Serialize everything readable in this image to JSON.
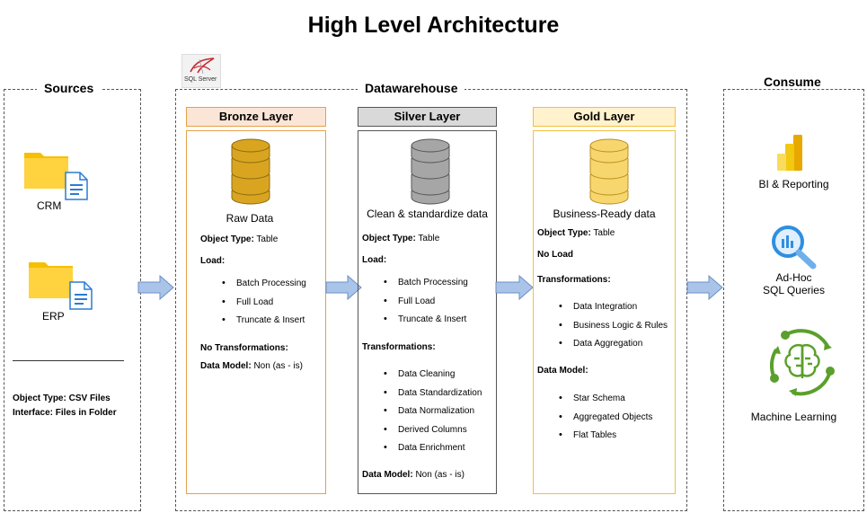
{
  "title": "High Level Architecture",
  "sources": {
    "title": "Sources",
    "items": [
      {
        "label": "CRM",
        "icon": "folder-document-icon"
      },
      {
        "label": "ERP",
        "icon": "folder-document-icon"
      }
    ],
    "object_type_label": "Object Type:",
    "object_type_value": " CSV Files",
    "interface_label": "Interface:",
    "interface_value": " Files in Folder"
  },
  "datawarehouse": {
    "title": "Datawarehouse",
    "sqlserver_label": "SQL Server",
    "bronze": {
      "header": "Bronze Layer",
      "color": "#fbe5d6",
      "border": "#e6a04a",
      "db_color": "#c8901a",
      "subtitle": "Raw Data",
      "object_type_label": "Object Type:",
      "object_type_value": " Table",
      "load_label": "Load:",
      "load_items": [
        "Batch Processing",
        "Full Load",
        "Truncate & Insert"
      ],
      "transformations_label": "No Transformations:",
      "data_model_label": "Data Model:",
      "data_model_value": " Non (as - is)"
    },
    "silver": {
      "header": "Silver Layer",
      "color": "#d9d9d9",
      "border": "#555555",
      "db_color": "#9a9a9a",
      "subtitle": "Clean & standardize data",
      "object_type_label": "Object Type:",
      "object_type_value": " Table",
      "load_label": "Load:",
      "load_items": [
        "Batch Processing",
        "Full Load",
        "Truncate & Insert"
      ],
      "transformations_label": "Transformations:",
      "transformation_items": [
        "Data Cleaning",
        "Data Standardization",
        "Data Normalization",
        "Derived Columns",
        "Data Enrichment"
      ],
      "data_model_label": "Data Model:",
      "data_model_value": " Non (as - is)"
    },
    "gold": {
      "header": "Gold Layer",
      "color": "#fff2cc",
      "border": "#f0c040",
      "db_color": "#f5d06a",
      "subtitle": "Business-Ready data",
      "object_type_label": "Object Type:",
      "object_type_value": " Table",
      "load_label": "No Load",
      "transformations_label": "Transformations:",
      "transformation_items": [
        "Data Integration",
        "Business Logic & Rules",
        "Data Aggregation"
      ],
      "data_model_label": "Data Model:",
      "data_model_items": [
        "Star Schema",
        "Aggregated Objects",
        "Flat Tables"
      ]
    }
  },
  "consume": {
    "title": "Consume",
    "items": [
      {
        "label": "BI & Reporting",
        "icon": "power-bi-icon"
      },
      {
        "label_line1": "Ad-Hoc",
        "label_line2": "SQL Queries",
        "icon": "magnifier-chart-icon"
      },
      {
        "label": "Machine Learning",
        "icon": "brain-gear-icon"
      }
    ]
  }
}
